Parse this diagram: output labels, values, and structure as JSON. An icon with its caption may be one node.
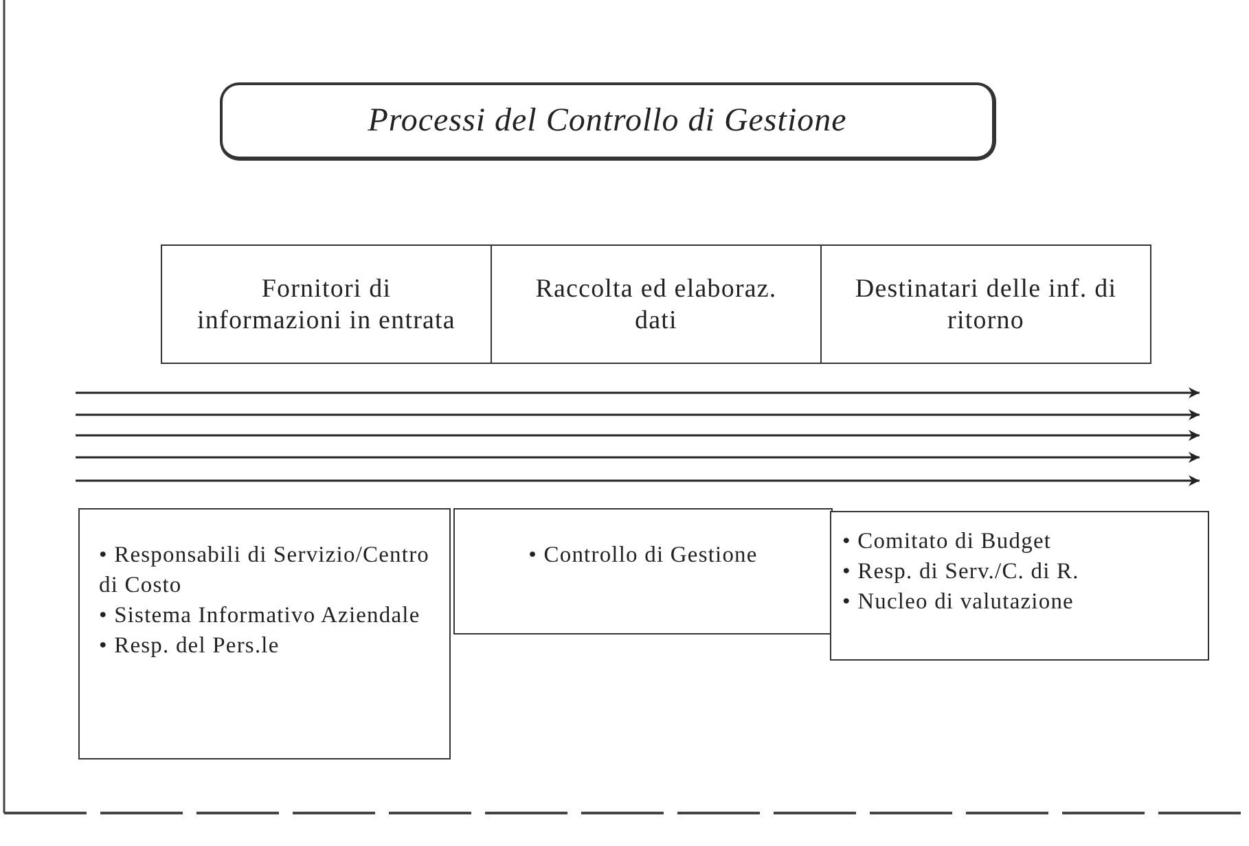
{
  "diagram": {
    "nodes": [
      {
        "text": [
          "Processi del Controllo di Gestione"
        ]
      },
      {
        "text": [
          "Fornitori di informazioni in entrata"
        ]
      },
      {
        "text": [
          "Raccolta ed elaboraz. dati"
        ]
      },
      {
        "text": [
          "Destinatari delle inf. di ritorno"
        ]
      },
      {
        "text": [
          "• Responsabili di Servizio/Centro di Costo",
          "• Sistema Informativo Aziendale",
          "• Resp. del Pers.le"
        ]
      },
      {
        "text": [
          "• Controllo di Gestione"
        ]
      },
      {
        "text": [
          "• Comitato di Budget",
          "• Resp. di Serv./C. di R.",
          "• Nucleo di valutazione"
        ]
      }
    ]
  }
}
